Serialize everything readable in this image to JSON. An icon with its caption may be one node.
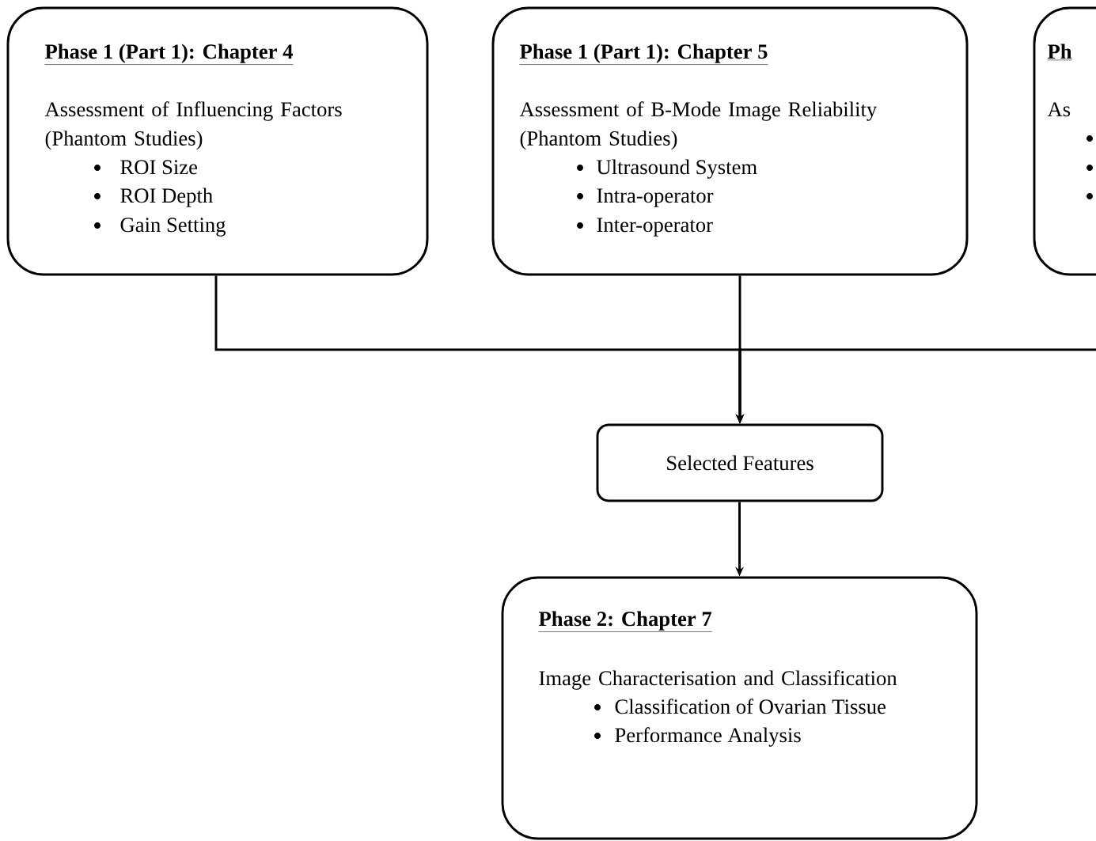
{
  "diagram": {
    "nodes": [
      {
        "text": [
          "Phase 1 (Part 1): Chapter 4",
          "Assessment of Influencing Factors (Phantom Studies)",
          "ROI Size",
          "ROI Depth",
          "Gain Setting"
        ]
      },
      {
        "text": [
          "Phase 1 (Part 1): Chapter 5",
          "Assessment of B-Mode Image Reliability (Phantom Studies)",
          "Ultrasound System",
          "Intra-operator",
          "Inter-operator"
        ]
      },
      {
        "text": [
          "Ph",
          "As"
        ]
      },
      {
        "text": [
          "Selected Features"
        ]
      },
      {
        "text": [
          "Phase 2: Chapter 7",
          "Image Characterisation and Classification",
          "Classification of Ovarian Tissue",
          "Performance Analysis"
        ]
      }
    ],
    "edges": [
      {
        "from": 0,
        "to": 3,
        "arrow": "to"
      },
      {
        "from": 1,
        "to": 3,
        "arrow": "to"
      },
      {
        "from": 2,
        "to": 3,
        "arrow": "to"
      },
      {
        "from": 3,
        "to": 4,
        "arrow": "to"
      }
    ]
  }
}
